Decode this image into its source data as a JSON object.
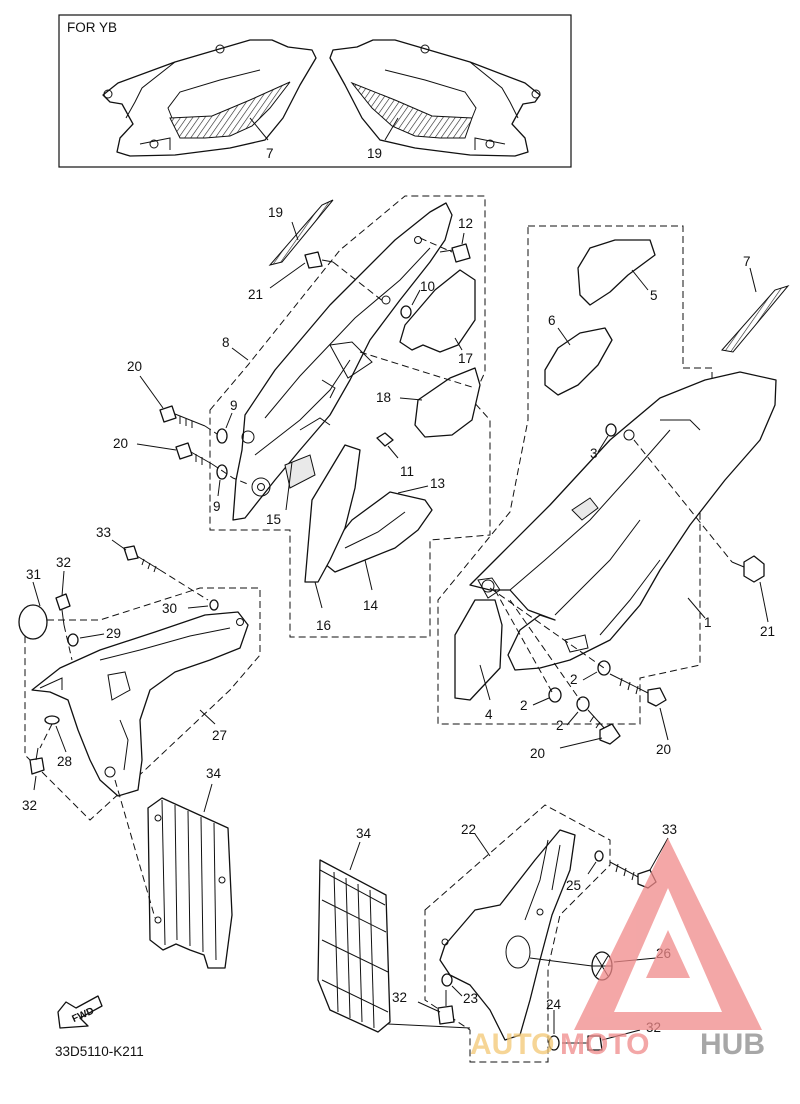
{
  "inset": {
    "title": "FOR YB"
  },
  "drawing_code": "33D5110-K211",
  "fwd_label": "FWD",
  "watermark": {
    "text_part1": "AUTO",
    "text_part2": "MOTO",
    "text_part3": "HUB",
    "color": "#f08a8a"
  },
  "callouts": {
    "c1": "1",
    "c2a": "2",
    "c2b": "2",
    "c2c": "2",
    "c3": "3",
    "c4": "4",
    "c5": "5",
    "c6": "6",
    "c7a": "7",
    "c7b": "7",
    "c8": "8",
    "c9a": "9",
    "c9b": "9",
    "c10": "10",
    "c11": "11",
    "c12": "12",
    "c13": "13",
    "c14": "14",
    "c15": "15",
    "c16": "16",
    "c17": "17",
    "c18": "18",
    "c19a": "19",
    "c19b": "19",
    "c20a": "20",
    "c20b": "20",
    "c20c": "20",
    "c20d": "20",
    "c21a": "21",
    "c21b": "21",
    "c22": "22",
    "c23": "23",
    "c24": "24",
    "c25": "25",
    "c26": "26",
    "c27": "27",
    "c28": "28",
    "c29": "29",
    "c30": "30",
    "c31": "31",
    "c32a": "32",
    "c32b": "32",
    "c32c": "32",
    "c32d": "32",
    "c33a": "33",
    "c33b": "33",
    "c34a": "34",
    "c34b": "34"
  }
}
